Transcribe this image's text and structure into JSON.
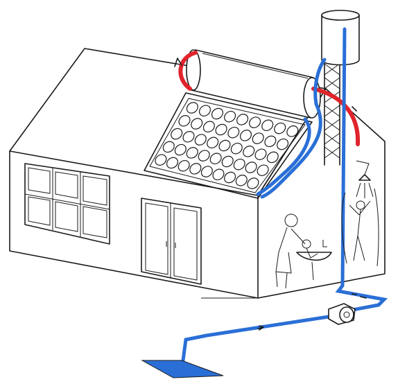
{
  "diagram": {
    "subject": "house-with-rooftop-solar-water-heater",
    "colors": {
      "hot_water": "#e0242b",
      "cold_water": "#2a6fd6",
      "line_art": "#1a1a1a",
      "background": "#ffffff"
    },
    "components": [
      {
        "name": "storage-tank",
        "icon": "cylinder-tank-icon"
      },
      {
        "name": "solar-collector",
        "icon": "evacuated-tube-panel-icon"
      },
      {
        "name": "header-water-tank",
        "icon": "elevated-tank-icon"
      },
      {
        "name": "pump",
        "icon": "pump-icon"
      },
      {
        "name": "shower",
        "icon": "shower-head-icon"
      },
      {
        "name": "wash-basin",
        "icon": "basin-icon"
      }
    ],
    "labels": []
  }
}
